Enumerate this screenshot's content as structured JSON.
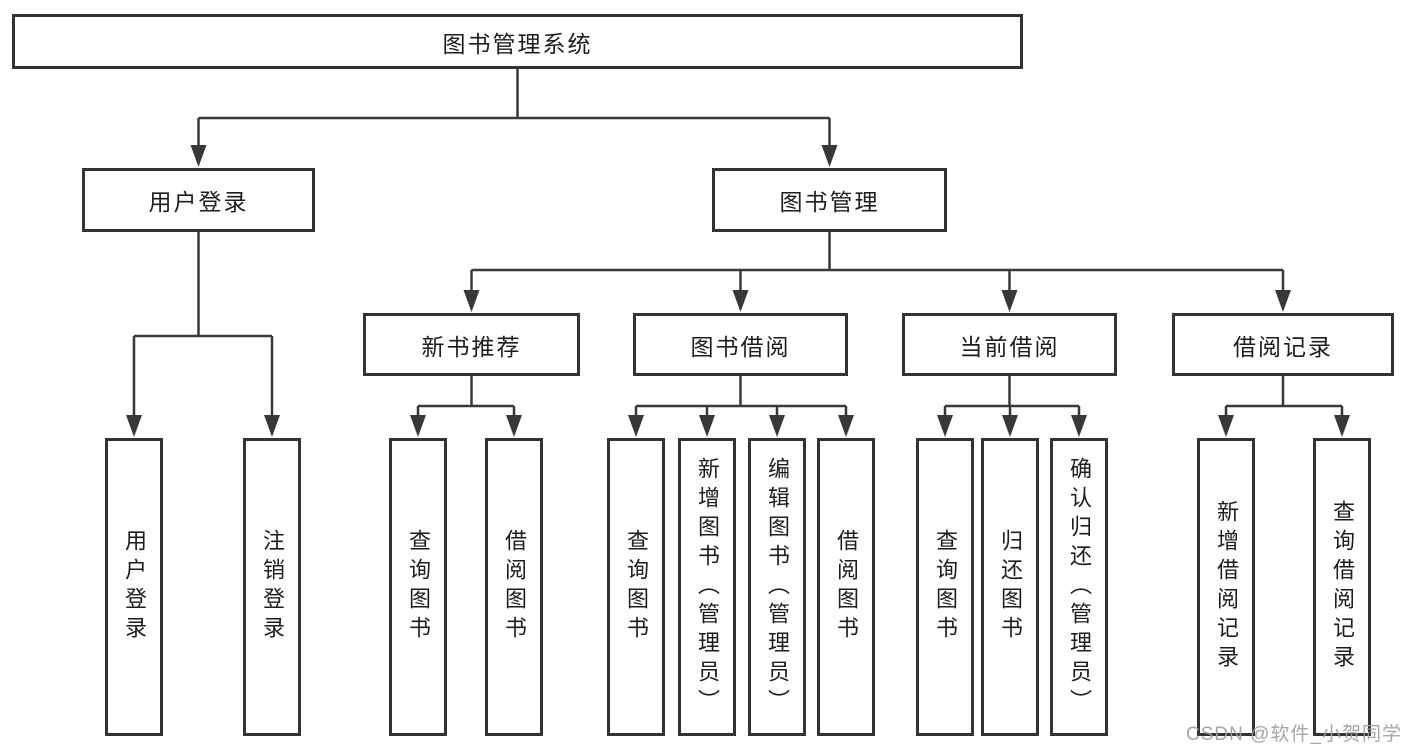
{
  "diagram_type": "functional-structure-tree",
  "colors": {
    "background": "#ffffff",
    "box_border": "#333333",
    "line": "#383838",
    "text": "#1d1d1d",
    "watermark": "#9e9ea0"
  },
  "tree": {
    "label": "图书管理系统",
    "children": [
      {
        "label": "用户登录",
        "children": [
          {
            "label": "用户登录"
          },
          {
            "label": "注销登录"
          }
        ]
      },
      {
        "label": "图书管理",
        "children": [
          {
            "label": "新书推荐",
            "children": [
              {
                "label": "查询图书"
              },
              {
                "label": "借阅图书"
              }
            ]
          },
          {
            "label": "图书借阅",
            "children": [
              {
                "label": "查询图书"
              },
              {
                "label": "新增图书（管理员）"
              },
              {
                "label": "编辑图书（管理员）"
              },
              {
                "label": "借阅图书"
              }
            ]
          },
          {
            "label": "当前借阅",
            "children": [
              {
                "label": "查询图书"
              },
              {
                "label": "归还图书"
              },
              {
                "label": "确认归还（管理员）"
              }
            ]
          },
          {
            "label": "借阅记录",
            "children": [
              {
                "label": "新增借阅记录"
              },
              {
                "label": "查询借阅记录"
              }
            ]
          }
        ]
      }
    ]
  },
  "watermark": {
    "text": "CSDN @软件_小贺同学"
  }
}
